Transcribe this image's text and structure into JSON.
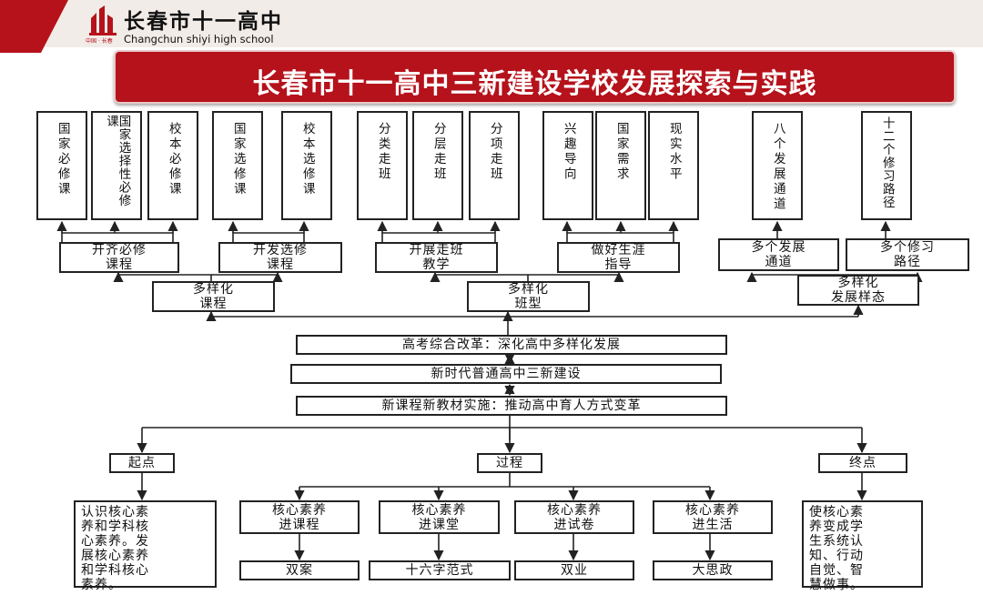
{
  "header": {
    "school_name_cn": "长春市十一高中",
    "school_name_en": "Changchun shiyi high school",
    "slogan_small": "中国 · 长春",
    "title": "长春市十一高中三新建设学校发展探索与实践"
  },
  "colors": {
    "accent_red": "#b5121b",
    "header_bg": "#f2ece8",
    "line": "#222222"
  },
  "diagram": {
    "top_boxes": [
      "国家必修课",
      "国家选择性必修课",
      "校本必修课",
      "国家选修课",
      "校本选修课",
      "分类走班",
      "分层走班",
      "分项走班",
      "兴趣导向",
      "国家需求",
      "现实水平",
      "八个发展通道",
      "十二个修习路径"
    ],
    "group_boxes": [
      "开齐必修\n课程",
      "开发选修\n课程",
      "开展走班\n教学",
      "做好生涯\n指导",
      "多个发展\n通道",
      "多个修习\n路径"
    ],
    "category_boxes": [
      "多样化\n课程",
      "多样化\n班型",
      "多样化\n发展样态"
    ],
    "center_boxes": [
      "高考综合改革：深化高中多样化发展",
      "新时代普通高中三新建设",
      "新课程新教材实施：推动高中育人方式变革"
    ],
    "stage_boxes": [
      "起点",
      "过程",
      "终点"
    ],
    "start_text": "认识核心素\n养和学科核\n心素养。发\n展核心素养\n和学科核心\n素养。",
    "process_boxes": [
      "核心素养\n进课程",
      "核心素养\n进课堂",
      "核心素养\n进试卷",
      "核心素养\n进生活"
    ],
    "result_boxes": [
      "双案",
      "十六字范式",
      "双业",
      "大思政"
    ],
    "end_text": "使核心素\n养变成学\n生系统认\n知、行动\n自觉、智\n慧做事。"
  }
}
